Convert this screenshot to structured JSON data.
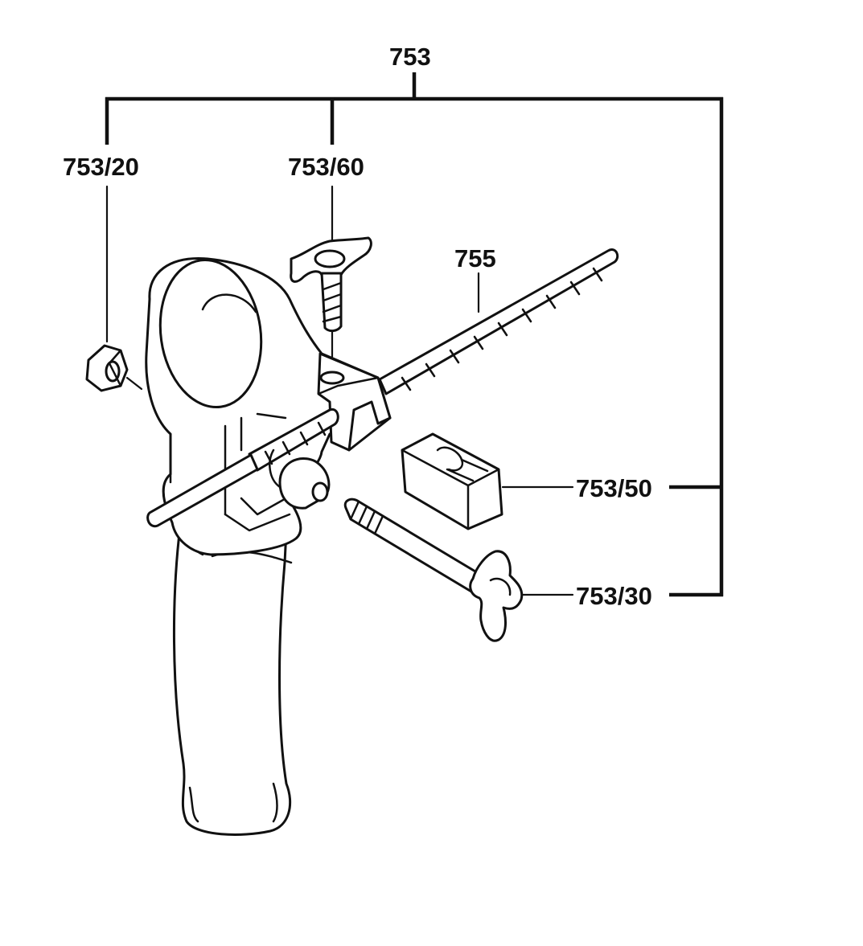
{
  "diagram": {
    "callouts": {
      "assembly": "753",
      "nut": "753/20",
      "wing_screw": "753/60",
      "depth_rod": "755",
      "clamp_block": "753/50",
      "t_bolt": "753/30"
    },
    "line_color": "#111111",
    "background": "#ffffff"
  }
}
